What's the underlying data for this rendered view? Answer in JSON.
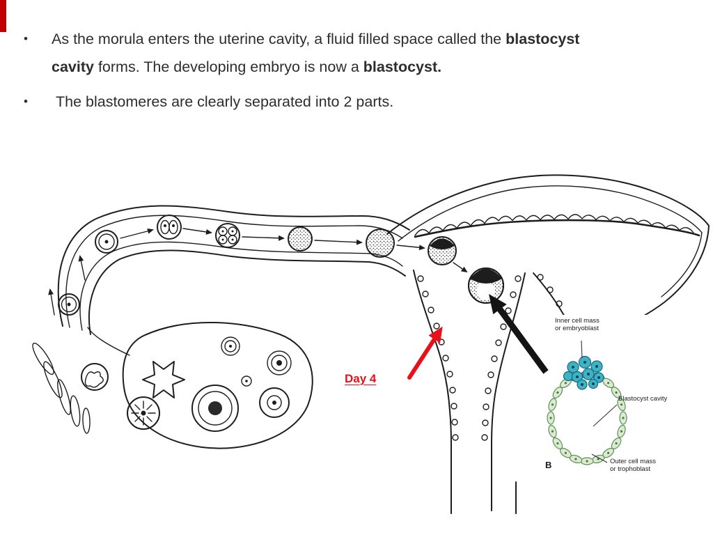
{
  "slide": {
    "bullet_char": "•",
    "bullets": [
      {
        "segments": [
          {
            "text": "As the morula enters the uterine cavity, a fluid filled space called the "
          },
          {
            "text": "blastocyst\ncavity"
          },
          {
            "text": " forms. The developing embryo is now a "
          },
          {
            "text": "blastocyst."
          }
        ]
      },
      {
        "segments": [
          {
            "text": " The blastomeres are clearly separated into 2 parts."
          }
        ]
      }
    ]
  },
  "diagram": {
    "day_label": "Day 4",
    "inset": {
      "label_inner_cell_mass": "Inner cell mass\nor embryoblast",
      "label_blastocyst_cavity": "Blastocyst cavity",
      "label_outer_cell_mass": "Outer cell mass\nor trophoblast",
      "panel_letter": "B"
    }
  },
  "colors": {
    "accent": "#c00000",
    "red": "#e8111a",
    "ink": "#1d1d1d",
    "text": "#2d2d2d",
    "teal": "#3fb3c5",
    "teal_dark": "#15697e",
    "cell_green": "#dcead2",
    "cell_green_dark": "#5d8f55"
  }
}
